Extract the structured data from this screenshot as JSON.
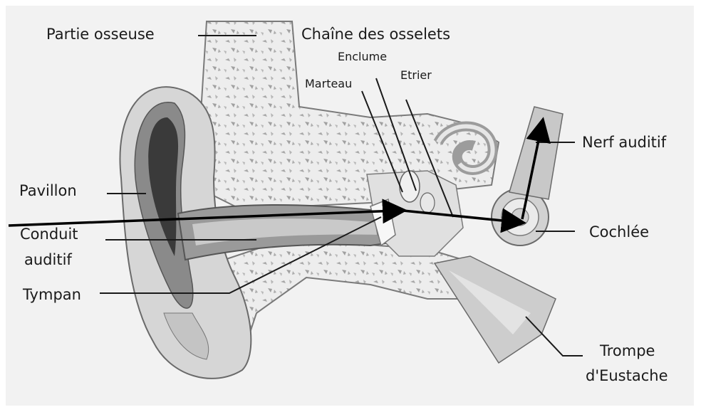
{
  "labels": {
    "partie_osseuse": "Partie osseuse",
    "chaine_osselets": "Chaîne des osselets",
    "enclume": "Enclume",
    "etrier": "Etrier",
    "marteau": "Marteau",
    "nerf_auditif": "Nerf auditif",
    "pavillon": "Pavillon",
    "conduit_line1": "Conduit",
    "conduit_line2": "auditif",
    "cochlee": "Cochlée",
    "tympan": "Tympan",
    "trompe_line1": "Trompe",
    "trompe_line2": "d'Eustache"
  }
}
